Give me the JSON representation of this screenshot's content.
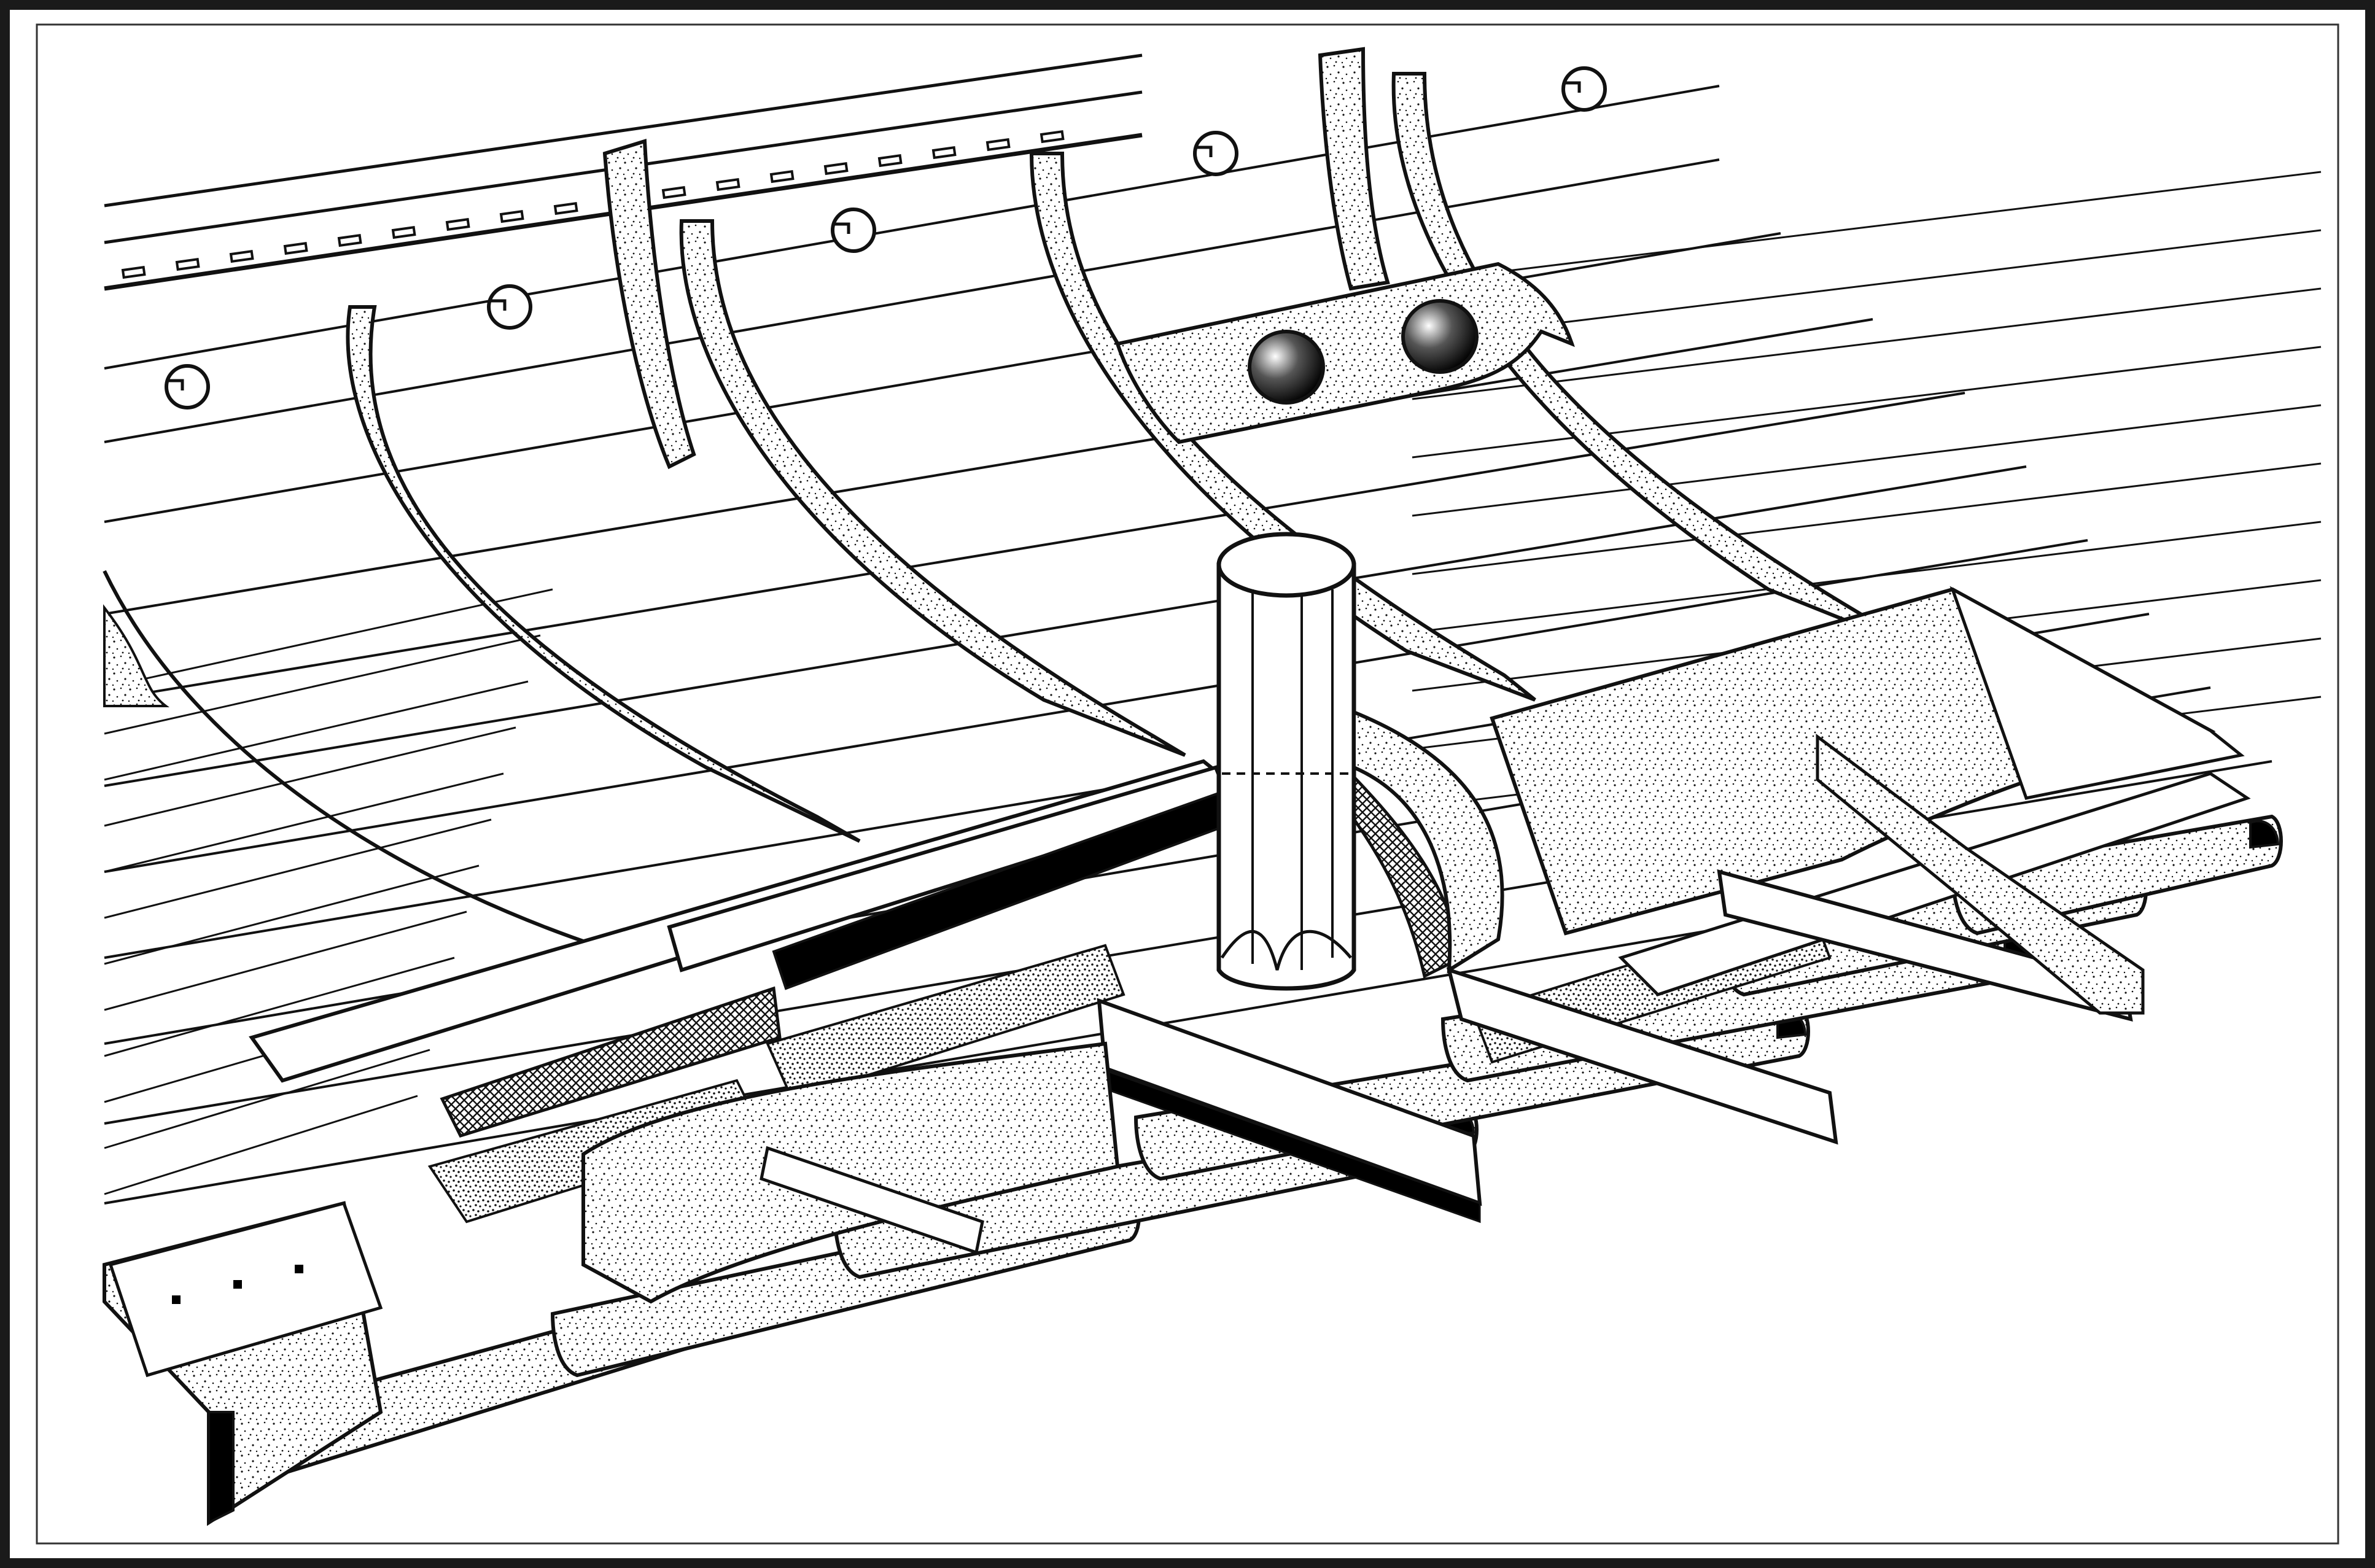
{
  "drawing": {
    "colors": {
      "paper": "#ffffff",
      "ink": "#111111",
      "frame": "#1a1a1a"
    },
    "layers": [
      "planking",
      "frames",
      "deck",
      "mast-step",
      "keelson",
      "floor-timbers"
    ],
    "counts": {
      "visible_frames": 6,
      "floor_timbers": 7,
      "limber_holes": 2
    }
  }
}
